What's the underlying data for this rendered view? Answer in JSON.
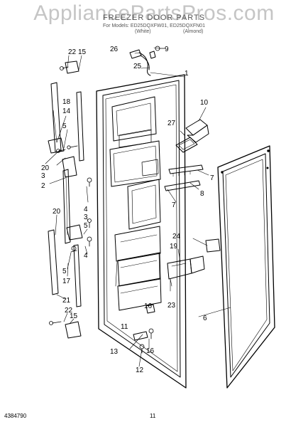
{
  "watermark": "AppliancePartsPros.com",
  "header": {
    "title": "FREEZER DOOR PARTS",
    "models": "For Models: ED25DQXFW01, ED25DQXFN01",
    "color_white": "(White)",
    "color_almond": "(Almond)"
  },
  "callouts": {
    "c1": "1",
    "c2": "2",
    "c3": "3",
    "c4": "4",
    "c5": "5",
    "c6": "6",
    "c7": "7",
    "c8": "8",
    "c9": "9",
    "c10": "10",
    "c11": "11",
    "c12": "12",
    "c13": "13",
    "c14": "14",
    "c15": "15",
    "c16": "16",
    "c17": "17",
    "c18": "18",
    "c19": "19",
    "c20": "20",
    "c21": "21",
    "c22": "22",
    "c23": "23",
    "c24": "24",
    "c25": "25",
    "c26": "26",
    "c27": "27"
  },
  "footer": {
    "part_code": "4384790",
    "page": "11"
  }
}
